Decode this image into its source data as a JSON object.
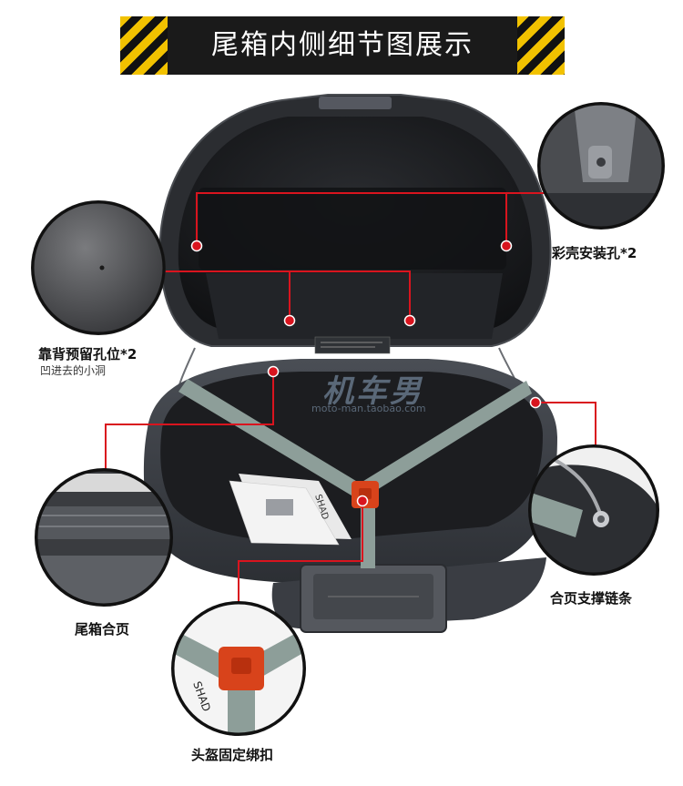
{
  "banner": {
    "title": "尾箱内侧细节图展示"
  },
  "callouts": {
    "shell_mount": {
      "label": "彩壳安装孔*2"
    },
    "back_holes": {
      "label": "靠背预留孔位*2",
      "note": "凹进去的小洞"
    },
    "hinge": {
      "label": "尾箱合页"
    },
    "support_chain": {
      "label": "合页支撑链条"
    },
    "helmet_buckle": {
      "label": "头盔固定绑扣"
    }
  },
  "watermark": {
    "brand": "机车男",
    "site": "moto-man.taobao.com"
  },
  "product_text": {
    "brand_mark": "SHAD"
  },
  "colors": {
    "callout_red": "#d9141e",
    "shell": "#3a3d42",
    "strap": "#8d9e99",
    "buckle": "#d8431b"
  }
}
